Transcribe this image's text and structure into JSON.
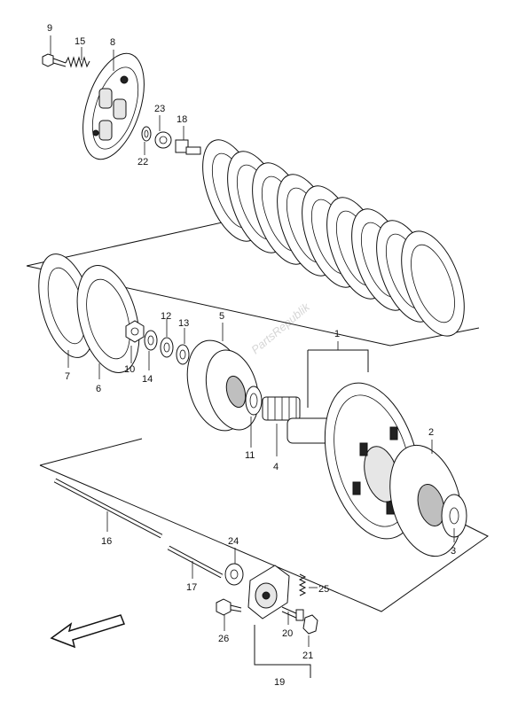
{
  "callouts": [
    "9",
    "15",
    "8",
    "23",
    "18",
    "22",
    "1",
    "2",
    "3",
    "4",
    "5",
    "6",
    "7",
    "10",
    "11",
    "12",
    "13",
    "14",
    "16",
    "17",
    "19",
    "20",
    "21",
    "24",
    "25",
    "26"
  ],
  "watermark": "PartsRepublik",
  "arrow_icon": "front-direction-arrow"
}
